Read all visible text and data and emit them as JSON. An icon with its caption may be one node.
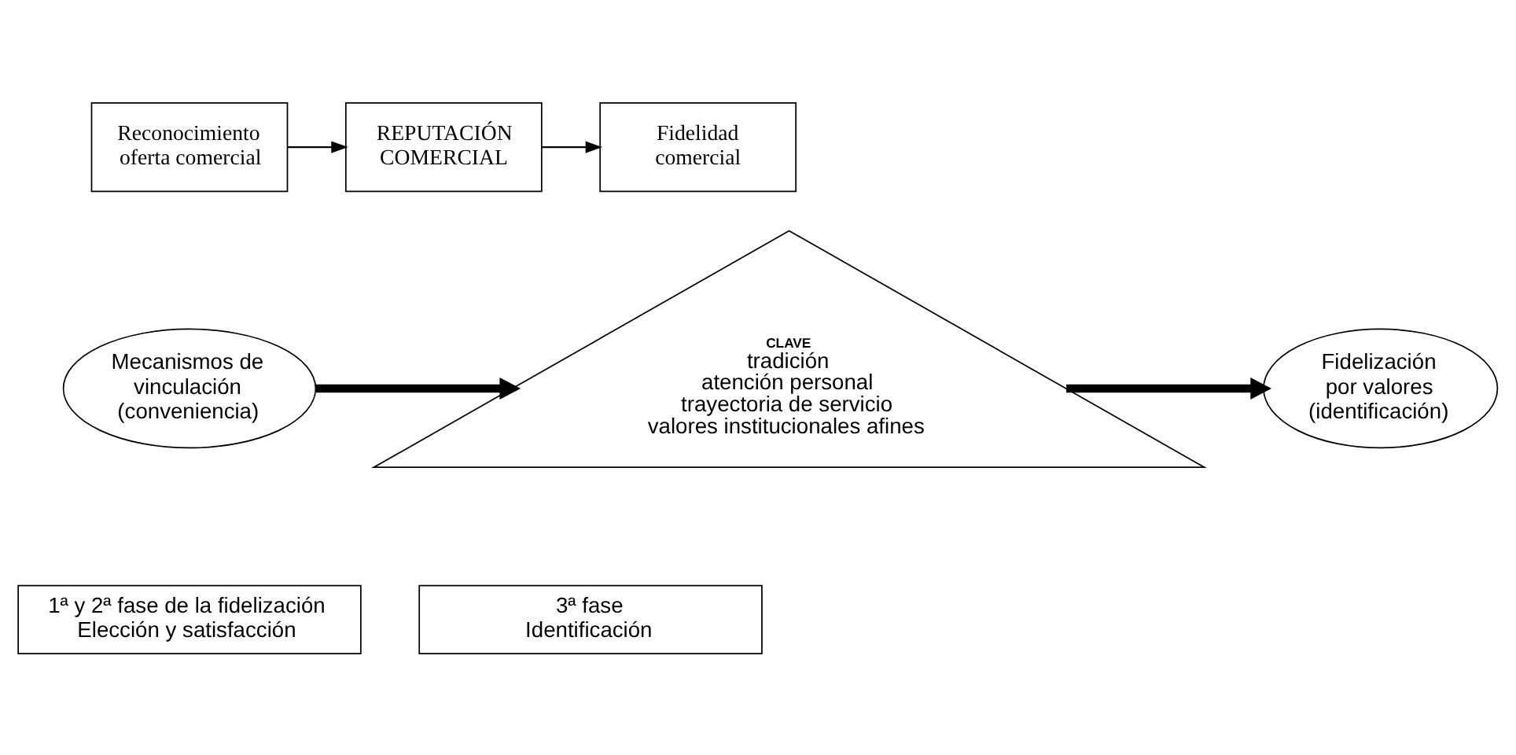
{
  "diagram": {
    "nodes": [
      {
        "text": [
          "Reconocimiento oferta comercial"
        ]
      },
      {
        "text": [
          "REPUTACIÓN COMERCIAL"
        ]
      },
      {
        "text": [
          "Fidelidad comercial"
        ]
      },
      {
        "text": [
          "Mecanismos de vinculación (conveniencia)"
        ]
      },
      {
        "text": [
          "CLAVE",
          "tradición",
          "atención personal",
          "trayectoria de servicio",
          "valores institucionales afines"
        ]
      },
      {
        "text": [
          "Fidelización",
          "por valores (identificación)"
        ]
      },
      {
        "text": [
          "1ª y 2ª fase de la fidelización",
          "Elección y satisfacción"
        ]
      },
      {
        "text": [
          "3ª fase",
          "Identificación"
        ]
      }
    ],
    "edges": [
      {
        "from": 0,
        "to": 1,
        "arrow": "to"
      },
      {
        "from": 1,
        "to": 2,
        "arrow": "to"
      },
      {
        "from": 3,
        "to": 4,
        "arrow": "to",
        "style": "thick"
      },
      {
        "from": 4,
        "to": 5,
        "arrow": "to",
        "style": "thick"
      }
    ]
  }
}
